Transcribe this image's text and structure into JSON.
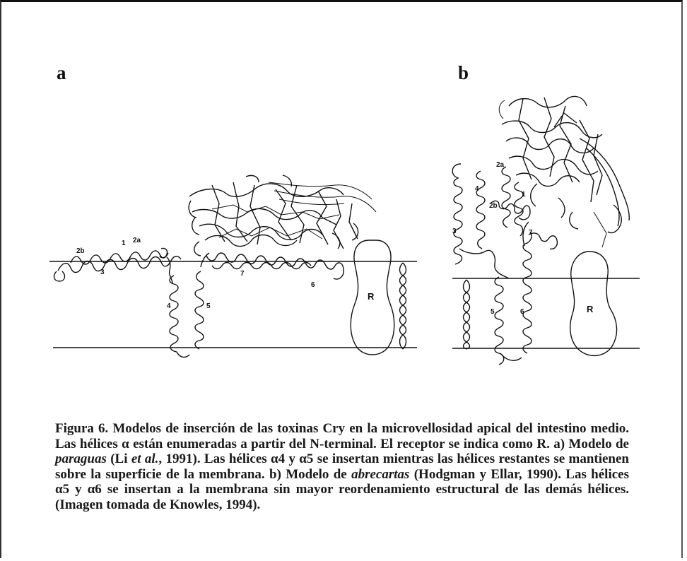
{
  "panels": {
    "a": {
      "label": "a",
      "receptor": "R",
      "helix_labels": [
        "1",
        "2a",
        "2b",
        "3",
        "4",
        "5",
        "6",
        "7"
      ]
    },
    "b": {
      "label": "b",
      "receptor": "R",
      "helix_labels": [
        "1",
        "2a",
        "2b",
        "3",
        "4",
        "5",
        "6",
        "7"
      ]
    }
  },
  "caption": {
    "p1": "Figura 6. Modelos de inserción de las toxinas Cry en la microvellosidad apical del intestino medio. Las hélices α están enumeradas a partir del N-terminal. El receptor se indica como R. a) Modelo de ",
    "i1": "paraguas",
    "p2": " (Li ",
    "i2": "et al.",
    "p3": ", 1991). Las hélices α4 y α5 se insertan mientras las hélices restantes se mantienen sobre la superficie de la membrana. b) Modelo de ",
    "i3": "abrecartas",
    "p4": " (Hodgman y Ellar, 1990). Las hélices α5 y α6 se insertan a la membrana sin mayor reordenamiento estructural de las demás hélices.  (Imagen tomada de Knowles, 1994)."
  }
}
